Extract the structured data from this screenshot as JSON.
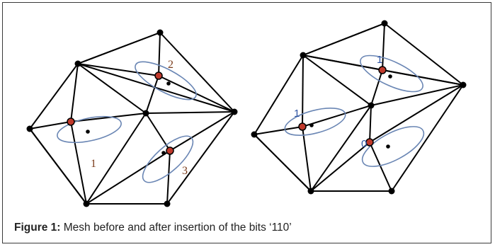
{
  "figure": {
    "caption_label": "Figure 1:",
    "caption_text": " Mesh before and after insertion of the bits ‘110’"
  },
  "left_mesh": {
    "labels": [
      "2",
      "1",
      "3"
    ]
  },
  "right_mesh": {
    "labels": [
      "1",
      "1",
      "0"
    ]
  },
  "colors": {
    "edge": "#000000",
    "marked_vertex": "#c0392b",
    "ellipse": "#6a86b4",
    "label_left": "#7a3b1a",
    "label_right": "#2f55a4"
  }
}
